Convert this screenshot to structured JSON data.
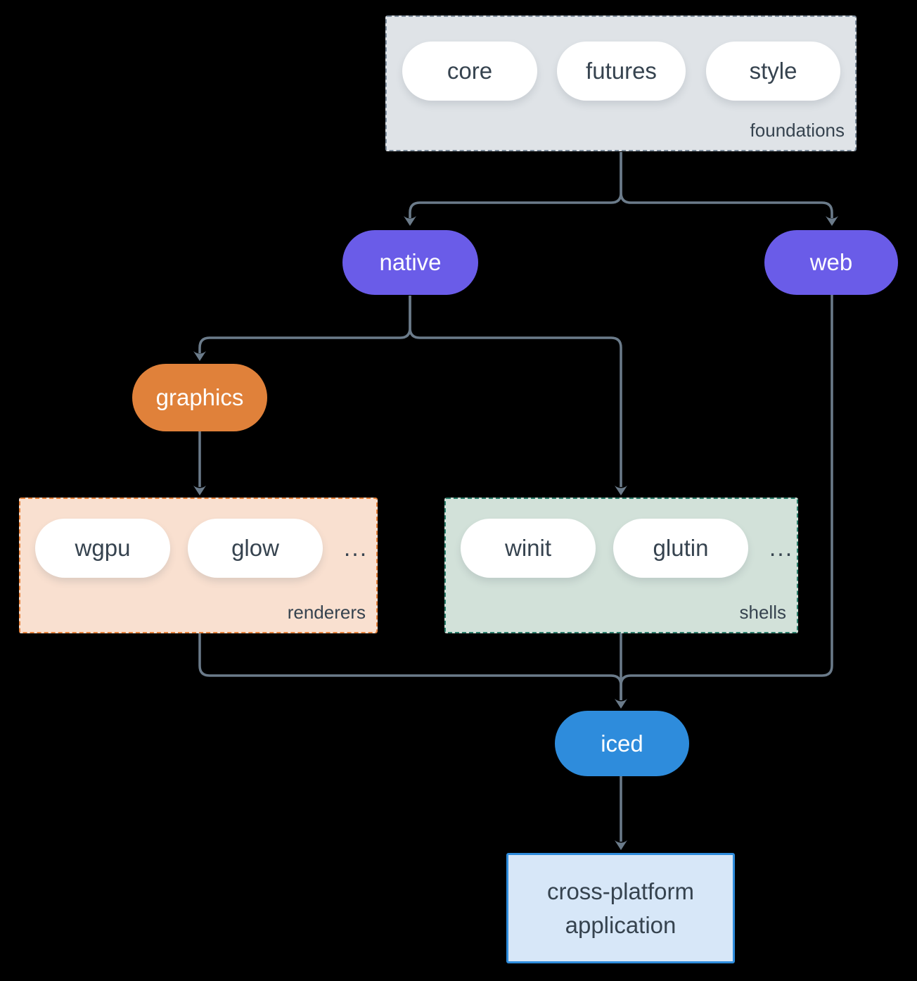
{
  "colors": {
    "background": "#000000",
    "arrow": "#6b7b8a",
    "text_dark": "#36434f",
    "white": "#ffffff",
    "purple": "#6a5ce8",
    "orange": "#e0813a",
    "blue": "#2e8cdc",
    "foundations_fill": "#dfe3e7",
    "foundations_border": "#7d8c9b",
    "renderers_fill": "#f9e0d0",
    "renderers_border": "#e6823c",
    "shells_fill": "#d2e1d9",
    "shells_border": "#2b7d6a",
    "app_fill": "#d7e7f8"
  },
  "nodes": {
    "foundations": {
      "label": "foundations",
      "pills": [
        "core",
        "futures",
        "style"
      ]
    },
    "native": {
      "label": "native"
    },
    "web": {
      "label": "web"
    },
    "graphics": {
      "label": "graphics"
    },
    "renderers": {
      "label": "renderers",
      "pills": [
        "wgpu",
        "glow"
      ],
      "ellipsis": "..."
    },
    "shells": {
      "label": "shells",
      "pills": [
        "winit",
        "glutin"
      ],
      "ellipsis": "..."
    },
    "iced": {
      "label": "iced"
    },
    "application": {
      "line1": "cross-platform",
      "line2": "application"
    }
  },
  "edges": [
    {
      "from": "foundations",
      "to": "native"
    },
    {
      "from": "foundations",
      "to": "web"
    },
    {
      "from": "native",
      "to": "graphics"
    },
    {
      "from": "native",
      "to": "shells"
    },
    {
      "from": "graphics",
      "to": "renderers"
    },
    {
      "from": "renderers",
      "to": "iced"
    },
    {
      "from": "shells",
      "to": "iced"
    },
    {
      "from": "web",
      "to": "iced"
    },
    {
      "from": "iced",
      "to": "application"
    }
  ]
}
